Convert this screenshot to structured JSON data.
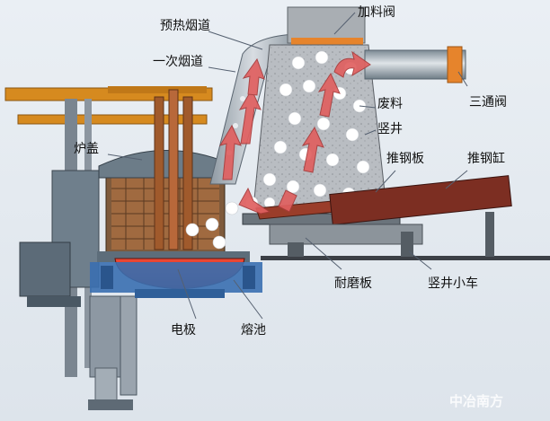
{
  "labels": {
    "preheat_flue": "预热烟道",
    "primary_flue": "一次烟道",
    "furnace_cover": "炉盖",
    "charging_valve": "加料阀",
    "three_way_valve": "三通阀",
    "scrap": "废料",
    "shaft": "竖井",
    "push_plate": "推钢板",
    "push_cylinder": "推钢缸",
    "wear_plate": "耐磨板",
    "shaft_trolley": "竖井小车",
    "electrode": "电极",
    "molten_pool": "熔池"
  },
  "watermark": "中冶南方",
  "colors": {
    "background": "#e4eaf0",
    "arrow": "#e06060",
    "steel": "#6f7f8c",
    "shaft_gray": "#b9bdc2",
    "scrap_white": "#ffffff",
    "valve_orange": "#e6842c",
    "crane_orange": "#d68a1f",
    "electrode_brown": "#a05a2c",
    "molten_red": "#d42a20",
    "base_blue": "#3a6fb0",
    "push_rod_red": "#9a3d2a"
  }
}
